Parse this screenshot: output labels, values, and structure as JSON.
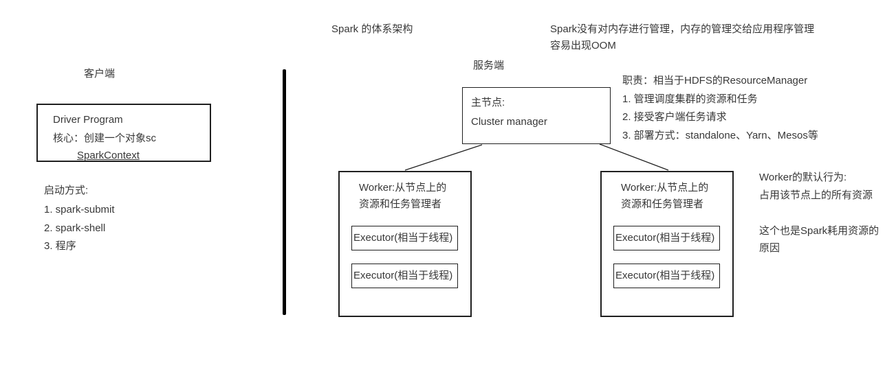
{
  "titles": {
    "main": "Spark 的体系架构",
    "client_section": "客户端",
    "server_section": "服务端"
  },
  "memory_note": {
    "line1": "Spark没有对内存进行管理，内存的管理交给应用程序管理",
    "line2": "容易出现OOM"
  },
  "launch": {
    "title": "启动方式:",
    "items": [
      "1. spark-submit",
      "2. spark-shell",
      "3. 程序"
    ]
  },
  "duties": {
    "title": "职责：相当于HDFS的ResourceManager",
    "items": [
      "1. 管理调度集群的资源和任务",
      "2. 接受客户端任务请求",
      "3. 部署方式：standalone、Yarn、Mesos等"
    ]
  },
  "worker_note": {
    "line1": "Worker的默认行为:",
    "line2": "占用该节点上的所有资源",
    "line3": "这个也是Spark耗用资源的",
    "line4": "原因"
  },
  "nodes": {
    "driver": {
      "line1": "Driver Program",
      "line2": "核心：创建一个对象sc",
      "line3": "SparkContext"
    },
    "master": {
      "line1": "主节点:",
      "line2": "Cluster manager"
    },
    "worker_left": {
      "line1": "Worker:从节点上的",
      "line2": "资源和任务管理者",
      "executors": [
        "Executor(相当于线程)",
        "Executor(相当于线程)"
      ]
    },
    "worker_right": {
      "line1": "Worker:从节点上的",
      "line2": "资源和任务管理者",
      "executors": [
        "Executor(相当于线程)",
        "Executor(相当于线程)"
      ]
    }
  },
  "colors": {
    "text": "#383838",
    "line": "#1f1f1f",
    "divider": "#000000",
    "background": "#ffffff"
  }
}
